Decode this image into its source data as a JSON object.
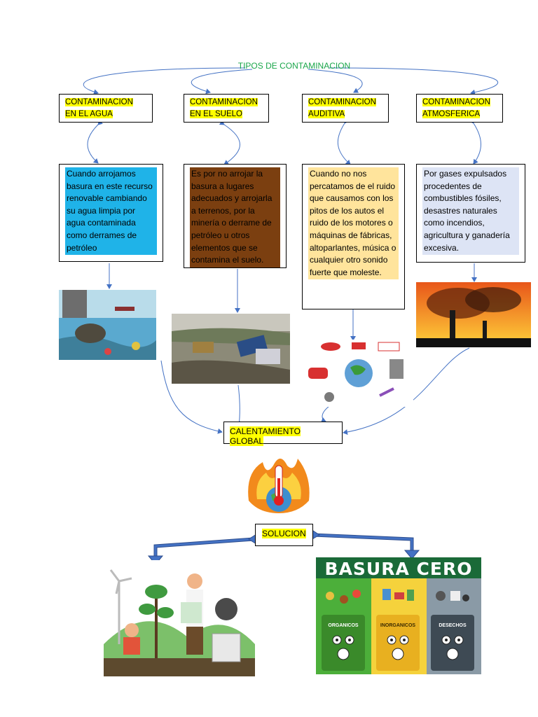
{
  "title": "TIPOS DE CONTAMINACION",
  "types": [
    {
      "label": "CONTAMINACION EN EL AGUA",
      "description": "Cuando arrojamos basura en este recurso renovable cambiando su agua limpia por agua contaminada como derrames de petróleo",
      "desc_bg": "#1fb3e8"
    },
    {
      "label": "CONTAMINACION EN EL SUELO",
      "description": "Es por no arrojar la basura a lugares adecuados y arrojarla a terrenos, por la minería o derrame de petróleo u otros elementos que se contamina el suelo.",
      "desc_bg": "#7b3f10"
    },
    {
      "label": "CONTAMINACION AUDITIVA",
      "description": "Cuando no nos percatamos de el ruido que causamos con los pitos de los autos el ruido de los motores o máquinas de fábricas, altoparlantes, música o cualquier otro sonido fuerte que moleste.",
      "desc_bg": "#ffe49c"
    },
    {
      "label": "CONTAMINACION ATMOSFERICA",
      "description": "Por gases expulsados procedentes de combustibles fósiles, desastres naturales como incendios, agricultura y ganadería excesiva.",
      "desc_bg": "#dde4f5"
    }
  ],
  "effect": "CALENTAMIENTO GLOBAL",
  "solution": "SOLUCION",
  "poster": {
    "title": "BASURA CERO",
    "bins": [
      "ORGANICOS",
      "INORGANICOS",
      "DESECHOS"
    ]
  },
  "colors": {
    "arrow": "#4472c4",
    "highlight": "#ffff00",
    "title": "#1aa64a"
  }
}
